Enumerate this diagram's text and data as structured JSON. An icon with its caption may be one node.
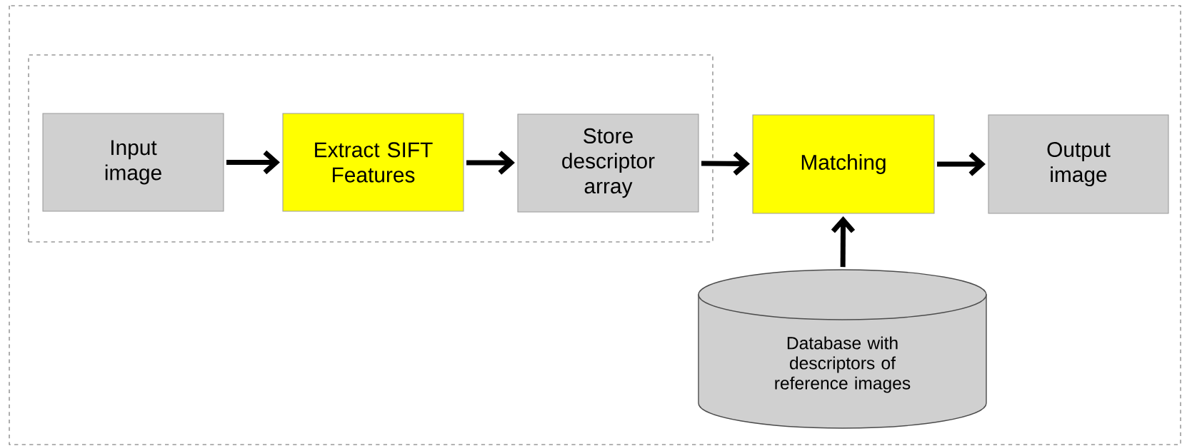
{
  "diagram": {
    "nodes": [
      {
        "text": [],
        "shape": "box"
      },
      {
        "text": [
          "Input image"
        ],
        "in": 0
      },
      {
        "text": [
          "Extract SIFT Features"
        ],
        "in": 0
      },
      {
        "text": [
          "Store descriptor array"
        ],
        "in": 0
      },
      {
        "text": [
          "Matching"
        ]
      },
      {
        "text": [
          "Output image"
        ]
      },
      {
        "text": [
          "Database with descriptors of reference images"
        ]
      }
    ],
    "edges": [
      {
        "from": 1,
        "to": 2,
        "arrow": "to"
      },
      {
        "from": 2,
        "to": 3,
        "arrow": "to"
      },
      {
        "from": 3,
        "to": 4,
        "arrow": "to"
      },
      {
        "from": 4,
        "to": 5,
        "arrow": "to"
      },
      {
        "from": 6,
        "to": 4,
        "arrow": "to"
      }
    ]
  }
}
